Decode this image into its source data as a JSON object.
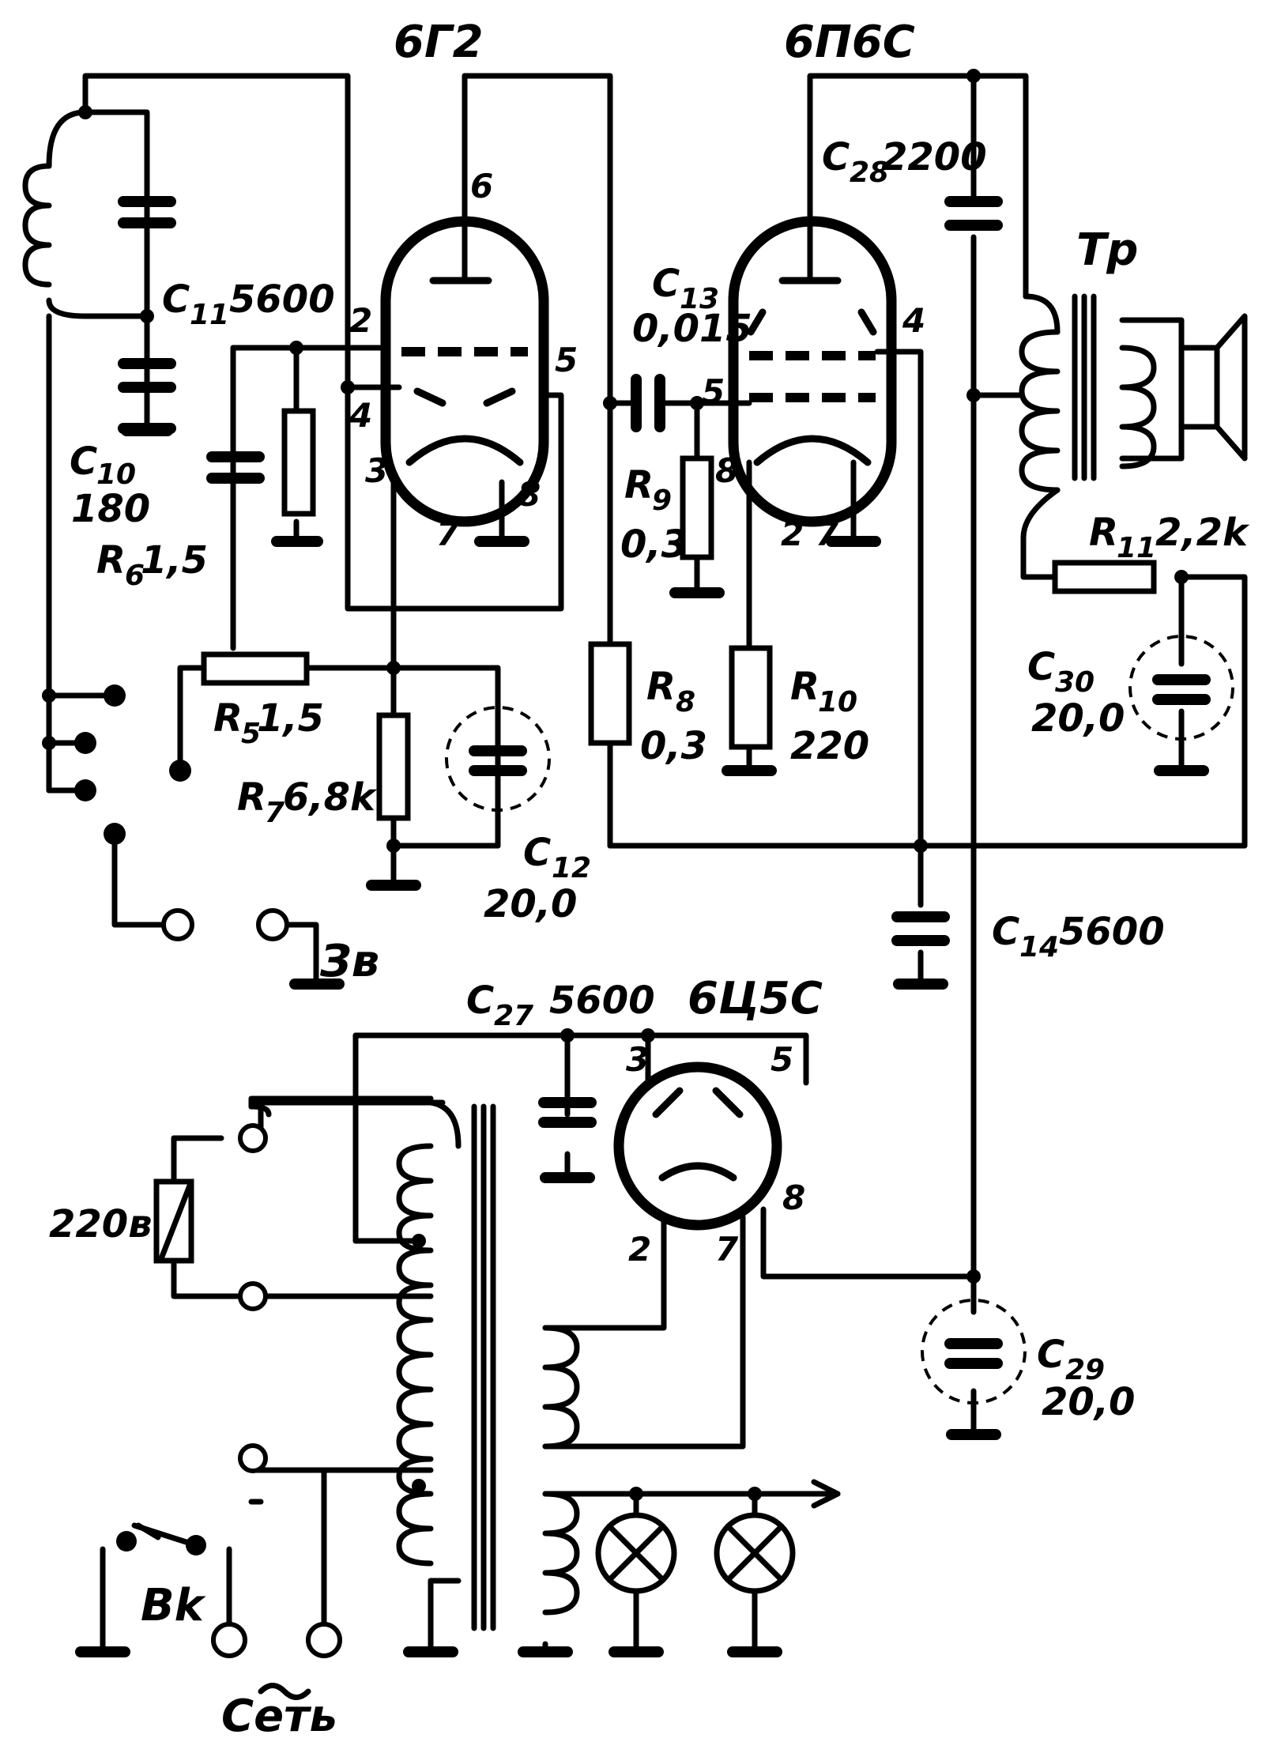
{
  "tubes": {
    "v1": {
      "name": "6Г2",
      "pins": [
        "2",
        "4",
        "3",
        "5",
        "6",
        "7",
        "8"
      ]
    },
    "v2": {
      "name": "6П6С",
      "pins": [
        "5",
        "8",
        "2",
        "7",
        "4"
      ]
    },
    "v3": {
      "name": "6Ц5С",
      "pins": [
        "3",
        "5",
        "2",
        "7",
        "8"
      ]
    }
  },
  "components": {
    "c10": {
      "ref": "C",
      "sub": "10",
      "value": "180"
    },
    "c11": {
      "ref": "C",
      "sub": "11",
      "value": "5600"
    },
    "r6": {
      "ref": "R",
      "sub": "6",
      "value": "1,5"
    },
    "r5": {
      "ref": "R",
      "sub": "5",
      "value": "1,5"
    },
    "r7": {
      "ref": "R",
      "sub": "7",
      "value": "6,8k"
    },
    "c12": {
      "ref": "C",
      "sub": "12",
      "value": "20,0"
    },
    "c13": {
      "ref": "C",
      "sub": "13",
      "value": "0,015"
    },
    "r9": {
      "ref": "R",
      "sub": "9",
      "value": "0,3"
    },
    "r8": {
      "ref": "R",
      "sub": "8",
      "value": "0,3"
    },
    "r10": {
      "ref": "R",
      "sub": "10",
      "value": "220"
    },
    "c28": {
      "ref": "C",
      "sub": "28",
      "value": "2200"
    },
    "r11": {
      "ref": "R",
      "sub": "11",
      "value": "2,2k"
    },
    "c30": {
      "ref": "C",
      "sub": "30",
      "value": "20,0"
    },
    "c14": {
      "ref": "C",
      "sub": "14",
      "value": "5600"
    },
    "c27": {
      "ref": "C",
      "sub": "27",
      "value": "5600"
    },
    "c29": {
      "ref": "C",
      "sub": "29",
      "value": "20,0"
    }
  },
  "labels": {
    "transformer": "Tp",
    "pickup": "Зв",
    "mains_voltage": "220в",
    "switch": "Bk",
    "mains": "Сеть"
  }
}
